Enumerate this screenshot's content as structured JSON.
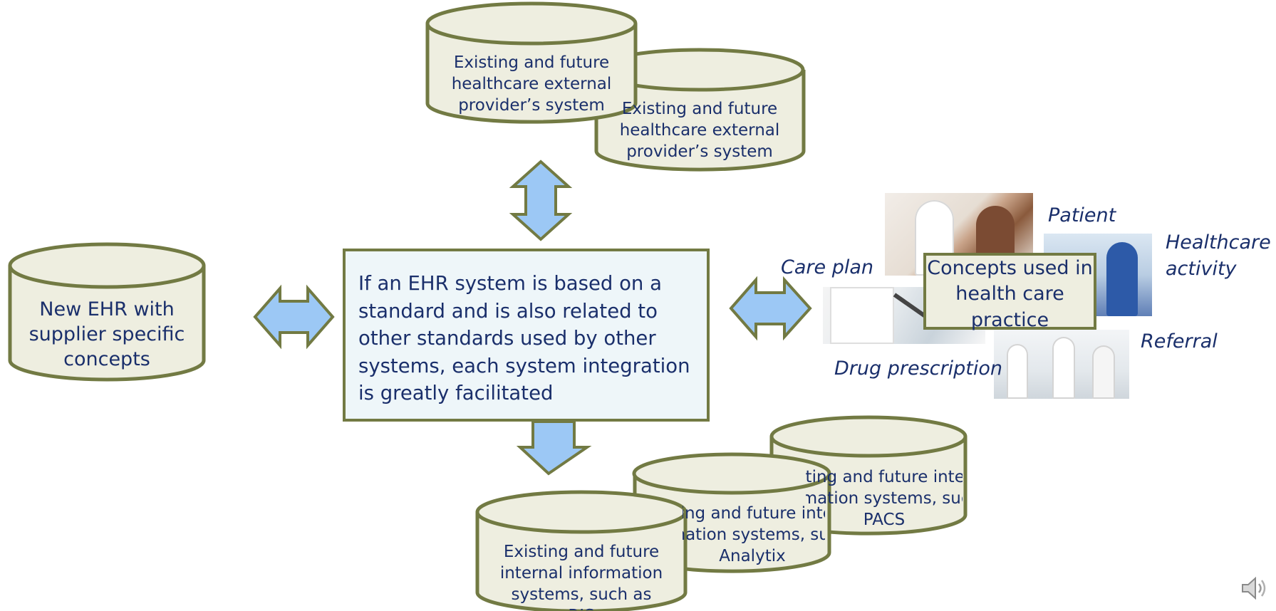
{
  "top_cylinders": [
    {
      "text": "Existing and future healthcare external provider’s system"
    },
    {
      "text": "Existing and future healthcare external provider’s system"
    }
  ],
  "left_cylinder": {
    "text": "New EHR with supplier specific concepts"
  },
  "center_box": {
    "text": "If an EHR system is based on a standard and is also related to other standards used by other systems, each system integration is greatly facilitated"
  },
  "bottom_cylinders": [
    {
      "text": "Existing and future internal information systems, such as PACS"
    },
    {
      "text": "Existing and future internal information systems, such as Analytix"
    },
    {
      "text": "Existing and future internal information systems, such as RIS"
    }
  ],
  "concepts": {
    "box_text": "Concepts used in health care practice",
    "labels": {
      "patient": "Patient",
      "healthcare_activity": "Healthcare activity",
      "care_plan": "Care plan",
      "referral": "Referral",
      "drug_prescription": "Drug prescription"
    }
  },
  "colors": {
    "cylinder_fill": "#eeeee0",
    "cylinder_stroke": "#727a43",
    "arrow_fill": "#9cc8f5",
    "arrow_stroke": "#727a43",
    "text": "#1a2f6b"
  },
  "icons": {
    "speaker": "speaker-icon"
  }
}
